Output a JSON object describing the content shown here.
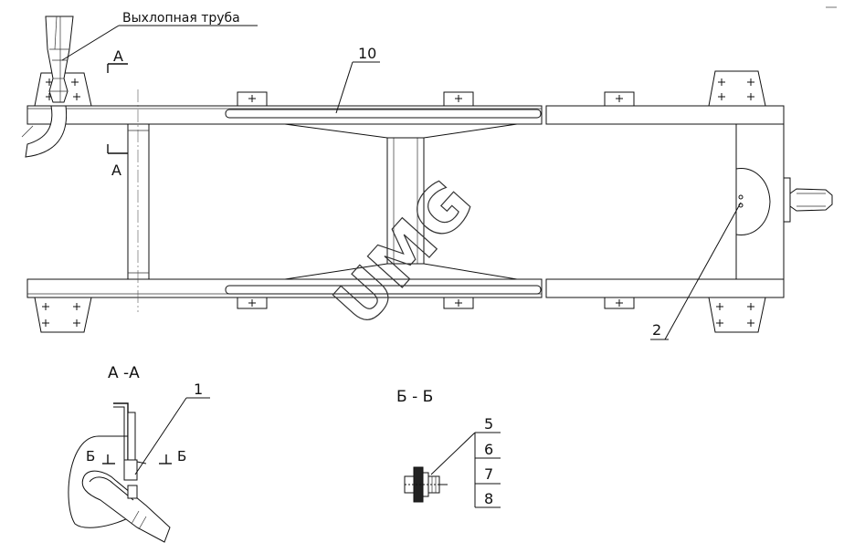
{
  "labels": {
    "exhaust_pipe": "Выхлопная труба",
    "section_a_top": "А",
    "section_a_bottom": "А",
    "item_10": "10",
    "item_2": "2",
    "item_1": "1",
    "item_5": "5",
    "item_6": "6",
    "item_7": "7",
    "item_8": "8",
    "view_aa": "А -А",
    "view_bb": "Б - Б",
    "section_b_left": "Б",
    "section_b_right": "Б",
    "watermark": "UMG"
  }
}
